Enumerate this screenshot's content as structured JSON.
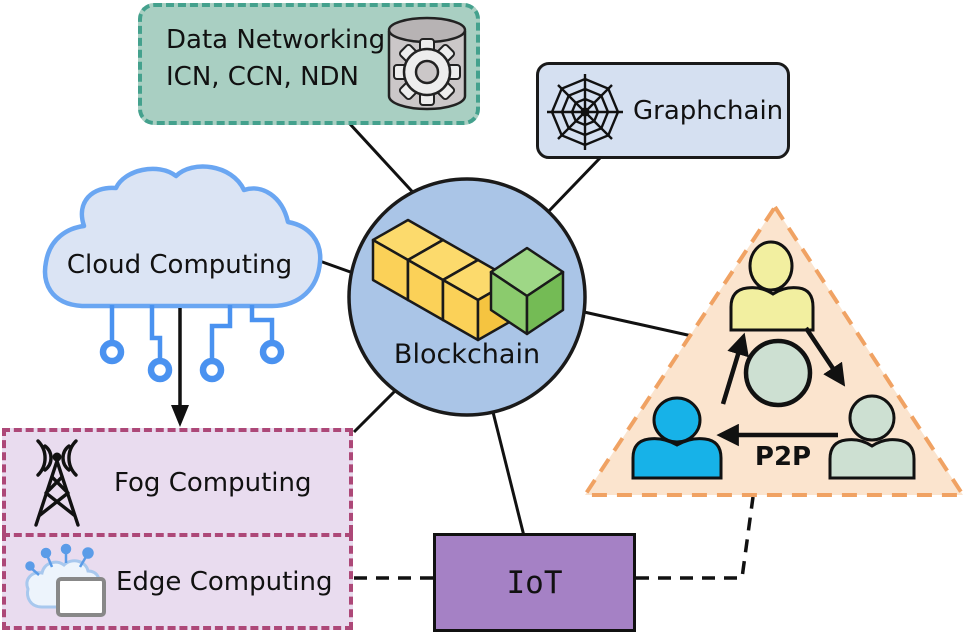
{
  "nodes": {
    "data_networking": {
      "line1": "Data Networking",
      "line2": "ICN, CCN, NDN",
      "fill": "#a9cfc2",
      "border_color": "#44a18d"
    },
    "graphchain": {
      "label": "Graphchain",
      "fill": "#d5e0f1"
    },
    "cloud_computing": {
      "label": "Cloud Computing",
      "fill": "#dbe4f4",
      "outline": "#6aa6f2"
    },
    "blockchain": {
      "label": "Blockchain",
      "fill": "#aac5e7",
      "block_colors": {
        "yellow": "#f9d051",
        "green": "#8bc86d"
      }
    },
    "p2p": {
      "label": "P2P",
      "fill": "#fbe4ce",
      "border_color": "#f0a263",
      "peer_colors": [
        "#f2efa0",
        "#17b2e8",
        "#cde0d2"
      ]
    },
    "fog_computing": {
      "label": "Fog Computing",
      "fill": "#e9dcef",
      "border_color": "#ad4878"
    },
    "edge_computing": {
      "label": "Edge Computing",
      "fill": "#e9dcef",
      "border_color": "#ad4878"
    },
    "iot": {
      "label": "IoT",
      "fill": "#a581c5"
    }
  }
}
